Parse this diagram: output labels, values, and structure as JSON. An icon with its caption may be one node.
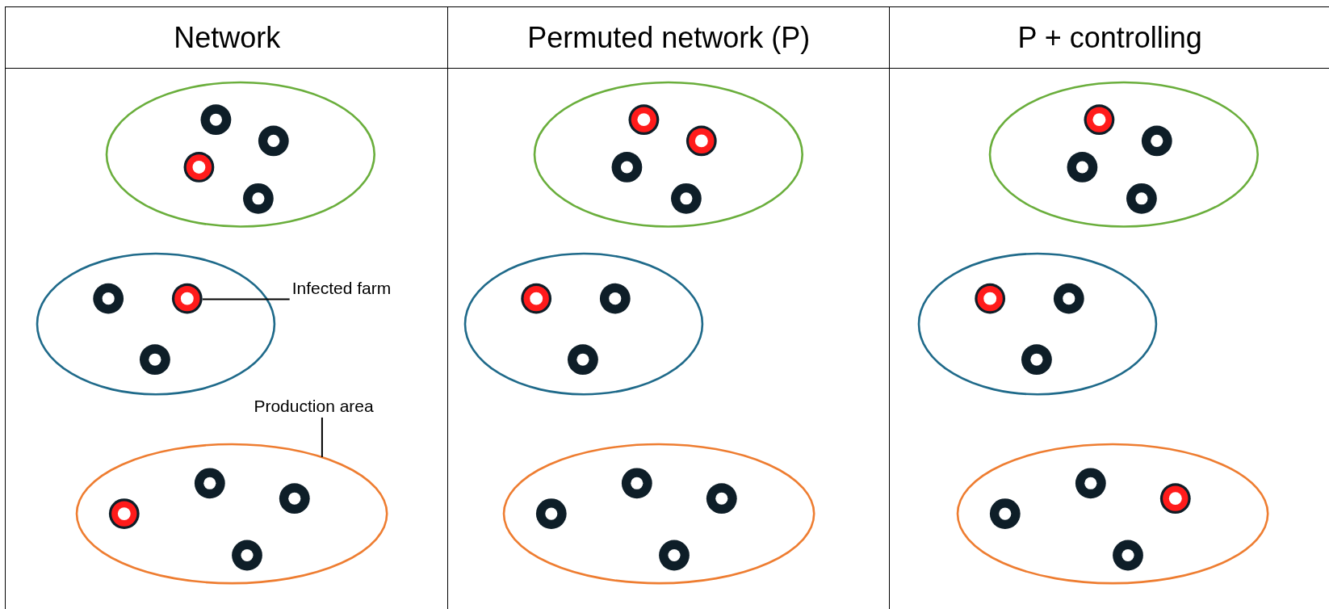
{
  "diagram": {
    "nodes": [
      {
        "text": [
          "Network"
        ]
      },
      {
        "text": [],
        "shape": "ellipse",
        "in": 0
      },
      {
        "text": [],
        "shape": "circle",
        "in": 1
      },
      {
        "text": [],
        "shape": "circle",
        "in": 1
      },
      {
        "text": [],
        "shape": "circle",
        "in": 1
      },
      {
        "text": [],
        "shape": "circle",
        "in": 1
      },
      {
        "text": [],
        "shape": "ellipse",
        "in": 0
      },
      {
        "text": [],
        "shape": "circle",
        "in": 6
      },
      {
        "text": [],
        "shape": "circle",
        "in": 6
      },
      {
        "text": [],
        "shape": "circle",
        "in": 6
      },
      {
        "text": [
          "Infected farm"
        ],
        "in": 0
      },
      {
        "text": [
          "Production area"
        ],
        "in": 0
      },
      {
        "text": [],
        "shape": "ellipse",
        "in": 0
      },
      {
        "text": [],
        "shape": "circle",
        "in": 12
      },
      {
        "text": [],
        "shape": "circle",
        "in": 12
      },
      {
        "text": [],
        "shape": "circle",
        "in": 12
      },
      {
        "text": [],
        "shape": "circle",
        "in": 12
      },
      {
        "text": [
          "Permuted network (P)"
        ]
      },
      {
        "text": [],
        "shape": "ellipse",
        "in": 17
      },
      {
        "text": [],
        "shape": "circle",
        "in": 18
      },
      {
        "text": [],
        "shape": "circle",
        "in": 18
      },
      {
        "text": [],
        "shape": "circle",
        "in": 18
      },
      {
        "text": [],
        "shape": "circle",
        "in": 18
      },
      {
        "text": [],
        "shape": "ellipse",
        "in": 17
      },
      {
        "text": [],
        "shape": "circle",
        "in": 23
      },
      {
        "text": [],
        "shape": "circle",
        "in": 23
      },
      {
        "text": [],
        "shape": "circle",
        "in": 23
      },
      {
        "text": [],
        "shape": "ellipse",
        "in": 17
      },
      {
        "text": [],
        "shape": "circle",
        "in": 27
      },
      {
        "text": [],
        "shape": "circle",
        "in": 27
      },
      {
        "text": [],
        "shape": "circle",
        "in": 27
      },
      {
        "text": [],
        "shape": "circle",
        "in": 27
      },
      {
        "text": [
          "P + controlling"
        ]
      },
      {
        "text": [],
        "shape": "ellipse",
        "in": 32
      },
      {
        "text": [],
        "shape": "circle",
        "in": 33
      },
      {
        "text": [],
        "shape": "circle",
        "in": 33
      },
      {
        "text": [],
        "shape": "circle",
        "in": 33
      },
      {
        "text": [],
        "shape": "circle",
        "in": 33
      },
      {
        "text": [],
        "shape": "ellipse",
        "in": 32
      },
      {
        "text": [],
        "shape": "circle",
        "in": 38
      },
      {
        "text": [],
        "shape": "circle",
        "in": 38
      },
      {
        "text": [],
        "shape": "circle",
        "in": 38
      },
      {
        "text": [],
        "shape": "ellipse",
        "in": 32
      },
      {
        "text": [],
        "shape": "circle",
        "in": 42
      },
      {
        "text": [],
        "shape": "circle",
        "in": 42
      },
      {
        "text": [],
        "shape": "circle",
        "in": 42
      },
      {
        "text": [],
        "shape": "circle",
        "in": 42
      }
    ],
    "edges": [
      {
        "from": 10,
        "to": 8,
        "arrow": "none"
      },
      {
        "from": 11,
        "to": 12,
        "arrow": "none"
      }
    ]
  }
}
